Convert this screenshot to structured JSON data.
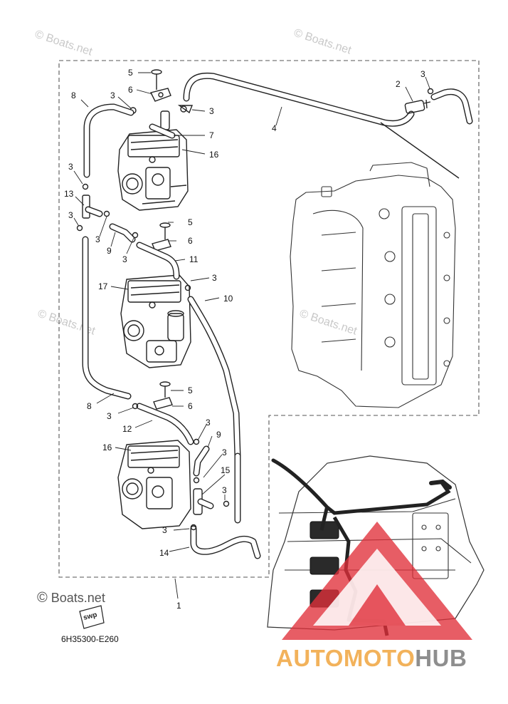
{
  "callouts": {
    "c1": "1",
    "c2": "2",
    "c3": "3",
    "c4": "4",
    "c5": "5",
    "c6": "6",
    "c7": "7",
    "c8": "8",
    "c9": "9",
    "c10": "10",
    "c11": "11",
    "c12": "12",
    "c13": "13",
    "c14": "14",
    "c15": "15",
    "c16": "16",
    "c17": "17"
  },
  "diagram_code": "6H35300-E260",
  "watermark": {
    "text": "Boats.net",
    "symbol": "©"
  },
  "badge": "swp",
  "logo": {
    "part_a": "AUTOMOTO",
    "part_b": "HUB"
  },
  "colors": {
    "logo_accent": "#f2b25b",
    "logo_gray": "#8e8e8e",
    "logo_triangle": "#e0303a",
    "line": "#222222"
  }
}
